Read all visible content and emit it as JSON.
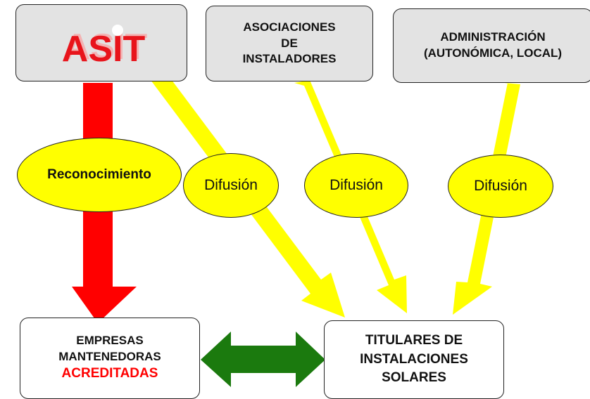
{
  "logo": {
    "text": "ASIT",
    "color": "#e8141b",
    "shadow": "#f3b3b3"
  },
  "boxes": {
    "asociaciones": [
      "ASOCIACIONES",
      "DE",
      "INSTALADORES"
    ],
    "administracion": [
      "ADMINISTRACIÓN",
      "(AUTONÓMICA, LOCAL)"
    ],
    "empresas": [
      "EMPRESAS",
      "MANTENEDORAS",
      "ACREDITADAS"
    ],
    "titulares": [
      "TITULARES DE",
      "INSTALACIONES",
      "SOLARES"
    ]
  },
  "labels": {
    "reconocimiento": "Reconocimiento",
    "difusion_1": "Difusión",
    "difusion_2": "Difusión",
    "difusion_3": "Difusión"
  },
  "colors": {
    "red_arrow": "#ff0000",
    "yellow_arrow": "#ffff00",
    "green_arrow": "#1b7a0e",
    "highlight_text": "#ff0000"
  }
}
